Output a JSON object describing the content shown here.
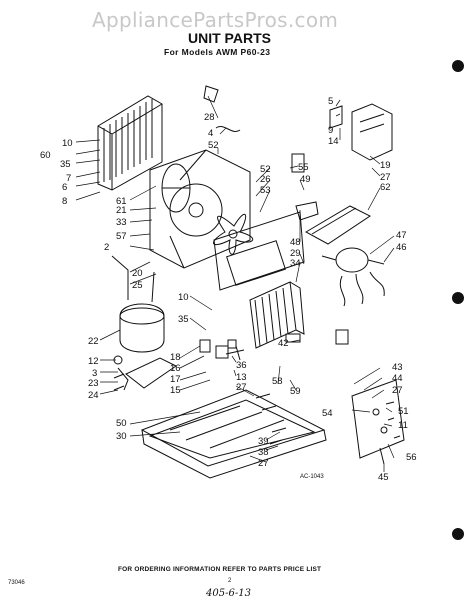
{
  "watermark": "AppliancePartsPros.com",
  "title": "UNIT PARTS",
  "subtitle": "For Models AWM P60-23",
  "drawing_id": "AC-1043",
  "footer": "FOR ORDERING INFORMATION REFER TO PARTS PRICE LIST",
  "page_number": "2",
  "doc_number": "73046",
  "handwritten_note": "405-6-13",
  "callouts": {
    "c1": "10",
    "c2": "60",
    "c3": "35",
    "c4": "7",
    "c5": "6",
    "c6": "8",
    "c7": "61",
    "c8": "21",
    "c9": "33",
    "c10": "57",
    "c11": "2",
    "c12": "20",
    "c13": "25",
    "c14": "28",
    "c15": "4",
    "c16": "52",
    "c17": "52",
    "c18": "26",
    "c19": "53",
    "c20": "5",
    "c21": "9",
    "c22": "14",
    "c23": "55",
    "c24": "49",
    "c25": "48",
    "c26": "29",
    "c27": "34",
    "c28": "19",
    "c29": "27",
    "c30": "62",
    "c31": "47",
    "c32": "46",
    "c33": "10",
    "c34": "35",
    "c35": "22",
    "c36": "12",
    "c37": "3",
    "c38": "23",
    "c39": "24",
    "c40": "18",
    "c41": "16",
    "c42": "17",
    "c43": "15",
    "c44": "36",
    "c45": "13",
    "c46": "27",
    "c47": "42",
    "c48": "58",
    "c49": "59",
    "c50": "43",
    "c51": "44",
    "c52": "27",
    "c53": "54",
    "c54": "51",
    "c55": "11",
    "c56": "50",
    "c57": "30",
    "c58": "39",
    "c59": "38",
    "c60": "27",
    "c61": "56",
    "c62": "45"
  }
}
